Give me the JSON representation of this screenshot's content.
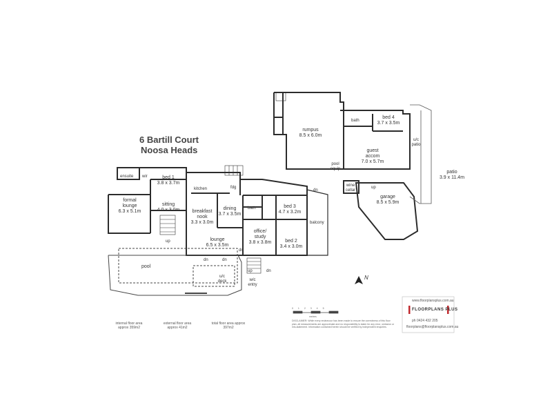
{
  "title": {
    "line1": "6 Bartill Court",
    "line2": "Noosa Heads"
  },
  "rooms": {
    "rumpus": {
      "name": "rumpus",
      "dim": "8.5 x 6.0m"
    },
    "bed4": {
      "name": "bed 4",
      "dim": "3.7 x 3.5m"
    },
    "guest": {
      "name": "guest accom",
      "dim": "7.0 x 5.7m"
    },
    "patio": {
      "name": "patio",
      "dim": "3.9 x 11.4m"
    },
    "garage": {
      "name": "garage",
      "dim": "8.5 x 5.9m"
    },
    "bed1": {
      "name": "bed 1",
      "dim": "3.8 x 3.7m"
    },
    "formal": {
      "name": "formal lounge",
      "dim": "6.3 x 5.1m"
    },
    "sitting": {
      "name": "sitting",
      "dim": "4.0 x 3.0m"
    },
    "breakfast": {
      "name": "breakfast nook",
      "dim": "3.3 x 3.0m"
    },
    "dining": {
      "name": "dining",
      "dim": "3.7 x 3.5m"
    },
    "bed3": {
      "name": "bed 3",
      "dim": "4.7 x 3.2m"
    },
    "office": {
      "name": "office/ study",
      "dim": "3.8 x 3.8m"
    },
    "bed2": {
      "name": "bed 2",
      "dim": "3.4 x 3.0m"
    },
    "lounge": {
      "name": "lounge",
      "dim": "6.5 x 3.5m"
    }
  },
  "labels": {
    "ensuite": "ensuite",
    "kitchen": "kitchen",
    "bath": "bath",
    "bath2": "bath",
    "balcony": "balcony",
    "pool": "pool",
    "deck": "u/c deck",
    "entry": "w/c entry",
    "wine": "wine cellar",
    "pool_equip": "pool equip",
    "wc_patio": "u/c patio",
    "wir": "wir",
    "fridge": "fdg",
    "up1": "up",
    "up2": "up",
    "up3": "up",
    "dn1": "dn",
    "dn2": "dn",
    "dn3": "dn",
    "dn4": "dn",
    "dn5": "dn",
    "north": "N"
  },
  "areas": {
    "internal": "internal floor area approx 359m2",
    "external": "external floor area approx 41m2",
    "total": "total floor area approx 397m2"
  },
  "brand": {
    "name": "FLOORPLANS PLUS",
    "web": "www.floorplansplus.com.au",
    "phone": "ph 0424 432 205",
    "email": "floorplans@floorplansplus.com.au"
  },
  "scale": {
    "ticks": "0 1 2 3 4 5",
    "unit": "metres"
  },
  "disclaimer": "DISCLAIMER: While every endeavour has been made to ensure the correctness of this floor plan, all measurements are approximate and no responsibility is taken for any error, omission or mis-statement. Information contained herein should be verified by independent enquiries.",
  "colors": {
    "line": "#2b2b2b",
    "wall": "#3a3a3a",
    "accent": "#c0282d"
  }
}
